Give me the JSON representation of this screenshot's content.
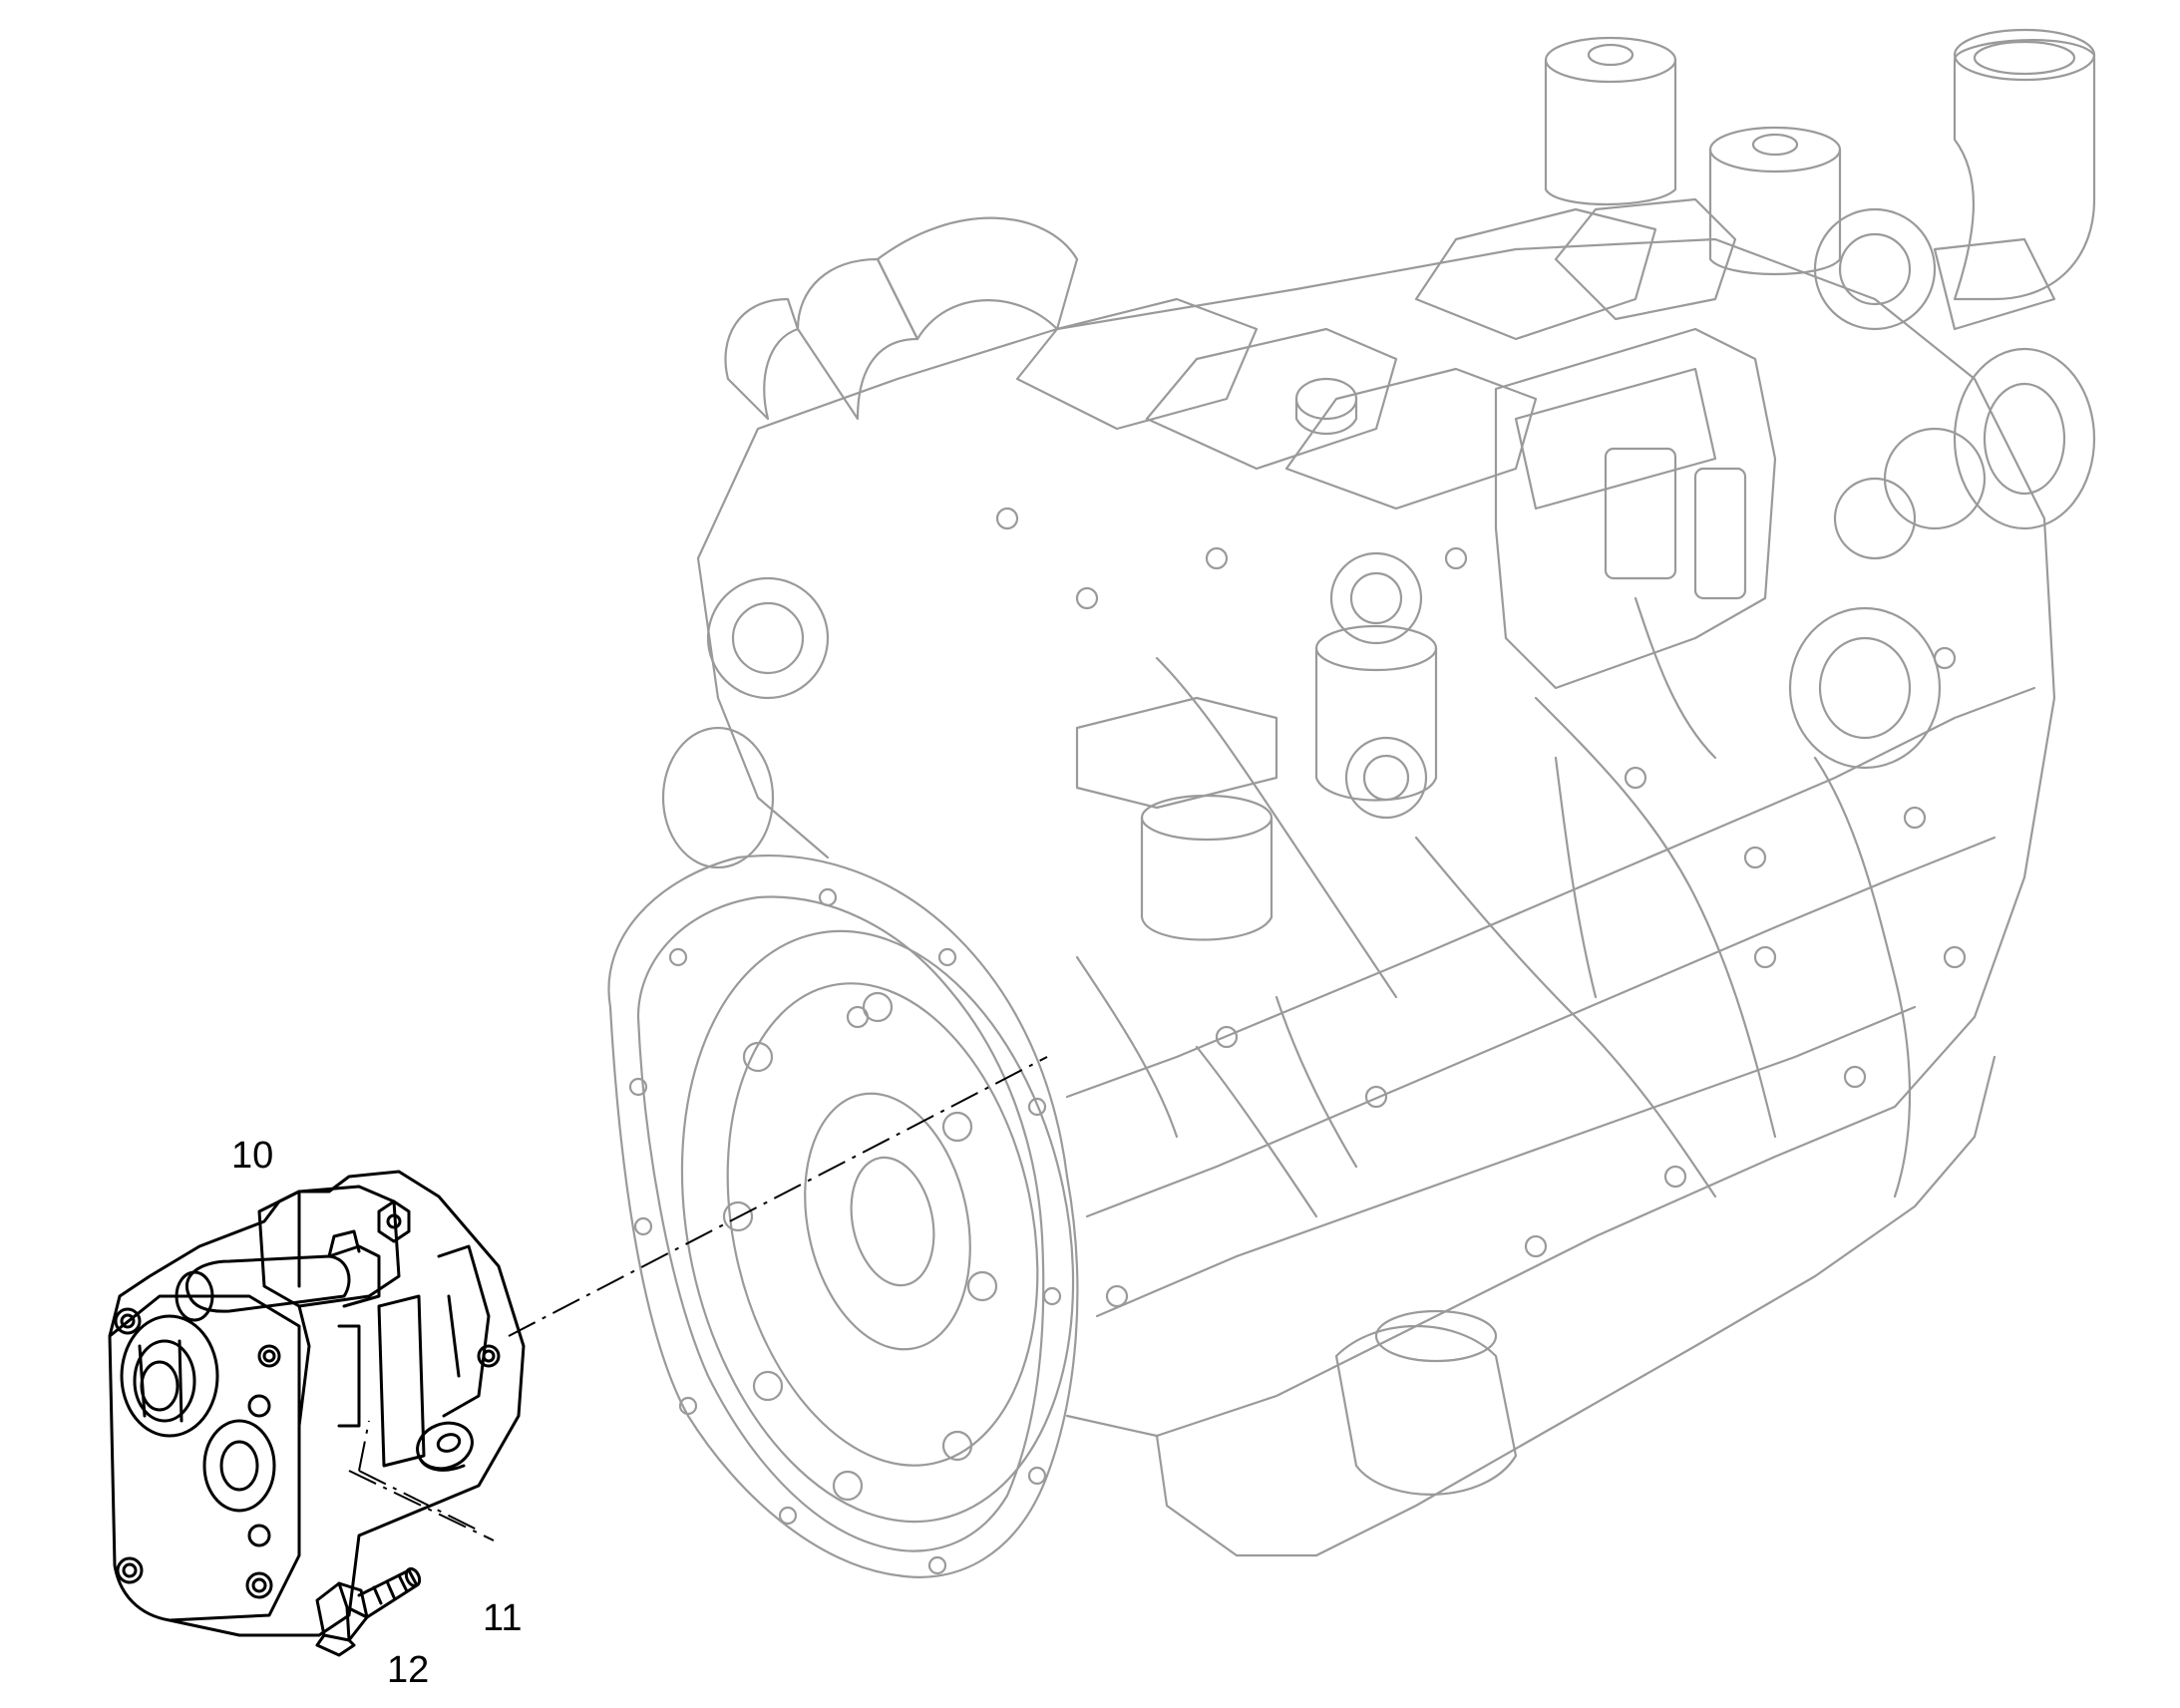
{
  "callouts": [
    {
      "id": "10",
      "text": "10"
    },
    {
      "id": "11",
      "text": "11"
    },
    {
      "id": "12",
      "text": "12"
    }
  ],
  "colors": {
    "engine_line": "#9a9a9a",
    "part_line": "#000000",
    "background": "#ffffff"
  }
}
